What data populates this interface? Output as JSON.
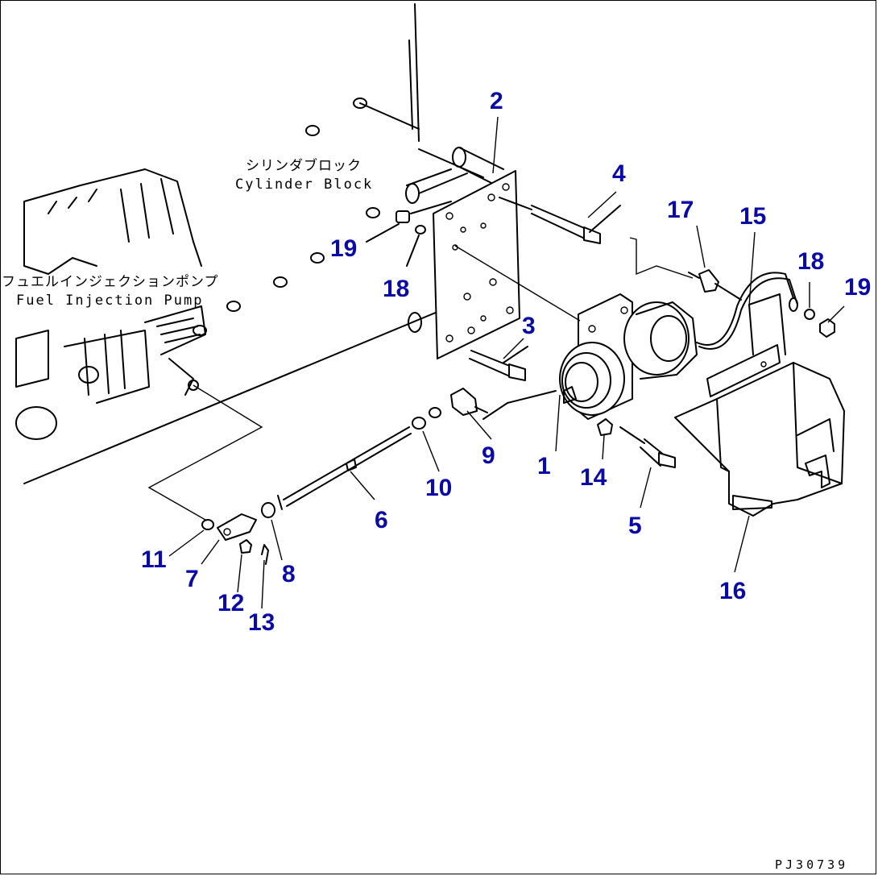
{
  "labels": {
    "cylinder_block_jp": "シリンダブロック",
    "cylinder_block_en": "Cylinder Block",
    "fuel_pump_jp": "フュエルインジェクションポンプ",
    "fuel_pump_en": "Fuel Injection Pump"
  },
  "drawing_code": "PJ30739",
  "callout_color": "#0a0aa8",
  "callouts": {
    "c1": "1",
    "c2": "2",
    "c3": "3",
    "c4": "4",
    "c5": "5",
    "c6": "6",
    "c7": "7",
    "c8": "8",
    "c9": "9",
    "c10": "10",
    "c11": "11",
    "c12": "12",
    "c13": "13",
    "c14": "14",
    "c15": "15",
    "c16": "16",
    "c17": "17",
    "c18a": "18",
    "c18b": "18",
    "c19a": "19",
    "c19b": "19"
  }
}
